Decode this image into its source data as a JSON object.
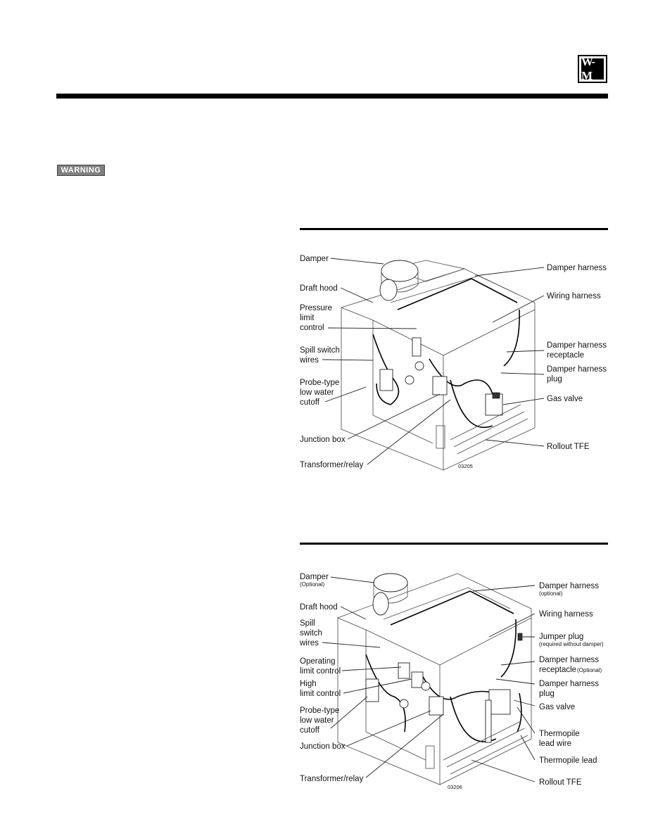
{
  "header": {
    "logo_text": "W-M",
    "warning_label": "WARNING"
  },
  "figure_top": {
    "code": "03205",
    "labels_left": [
      "Damper",
      "Draft hood",
      "Pressure",
      "limit",
      "control",
      "Spill switch",
      "wires",
      "Probe-type",
      "low water",
      "cutoff",
      "Junction box",
      "Transformer/relay"
    ],
    "labels_right": [
      "Damper harness",
      "Wiring harness",
      "Damper harness",
      "receptacle",
      "Damper harness",
      "plug",
      "Gas valve",
      "Rollout TFE"
    ]
  },
  "figure_bottom": {
    "code": "03206",
    "labels_left": [
      "Damper",
      "(Optional)",
      "Draft hood",
      "Spill",
      "switch",
      "wires",
      "Operating",
      "limit control",
      "High",
      "limit control",
      "Probe-type",
      "low water",
      "cutoff",
      "Junction box",
      "Transformer/relay"
    ],
    "labels_right": [
      "Damper harness",
      "(optional)",
      "Wiring harness",
      "Jumper plug",
      "(required without damper)",
      "Damper harness",
      "receptacle",
      "(Optional)",
      "Damper harness",
      "plug",
      "Gas valve",
      "Thermopile",
      "lead wire",
      "Thermopile lead",
      "Rollout TFE"
    ]
  }
}
